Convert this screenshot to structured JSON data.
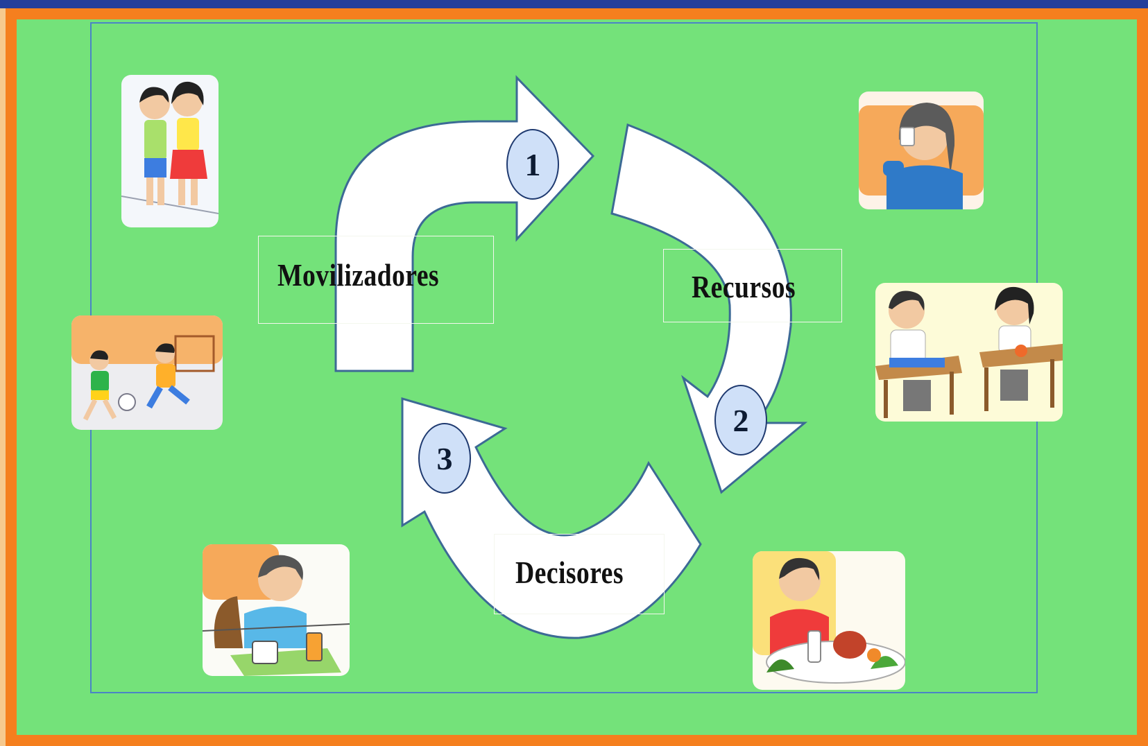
{
  "labels": {
    "movilizadores": "Movilizadores",
    "recursos": "Recursos",
    "decisores": "Decisores"
  },
  "steps": [
    "1",
    "2",
    "3"
  ],
  "colors": {
    "background": "#74e27a",
    "outer_border": "#f57f1e",
    "top_bar": "#243f9b",
    "inner_border": "#4a84c6",
    "arrow_fill": "#ffffff",
    "arrow_stroke": "#3c6a95",
    "number_badge": "#cfe0f8"
  },
  "illustrations": [
    "two-children-standing-picture",
    "children-playing-ball-picture",
    "child-eating-at-table-picture",
    "girl-drinking-picture",
    "children-eating-at-desks-picture",
    "boy-with-food-picture"
  ]
}
